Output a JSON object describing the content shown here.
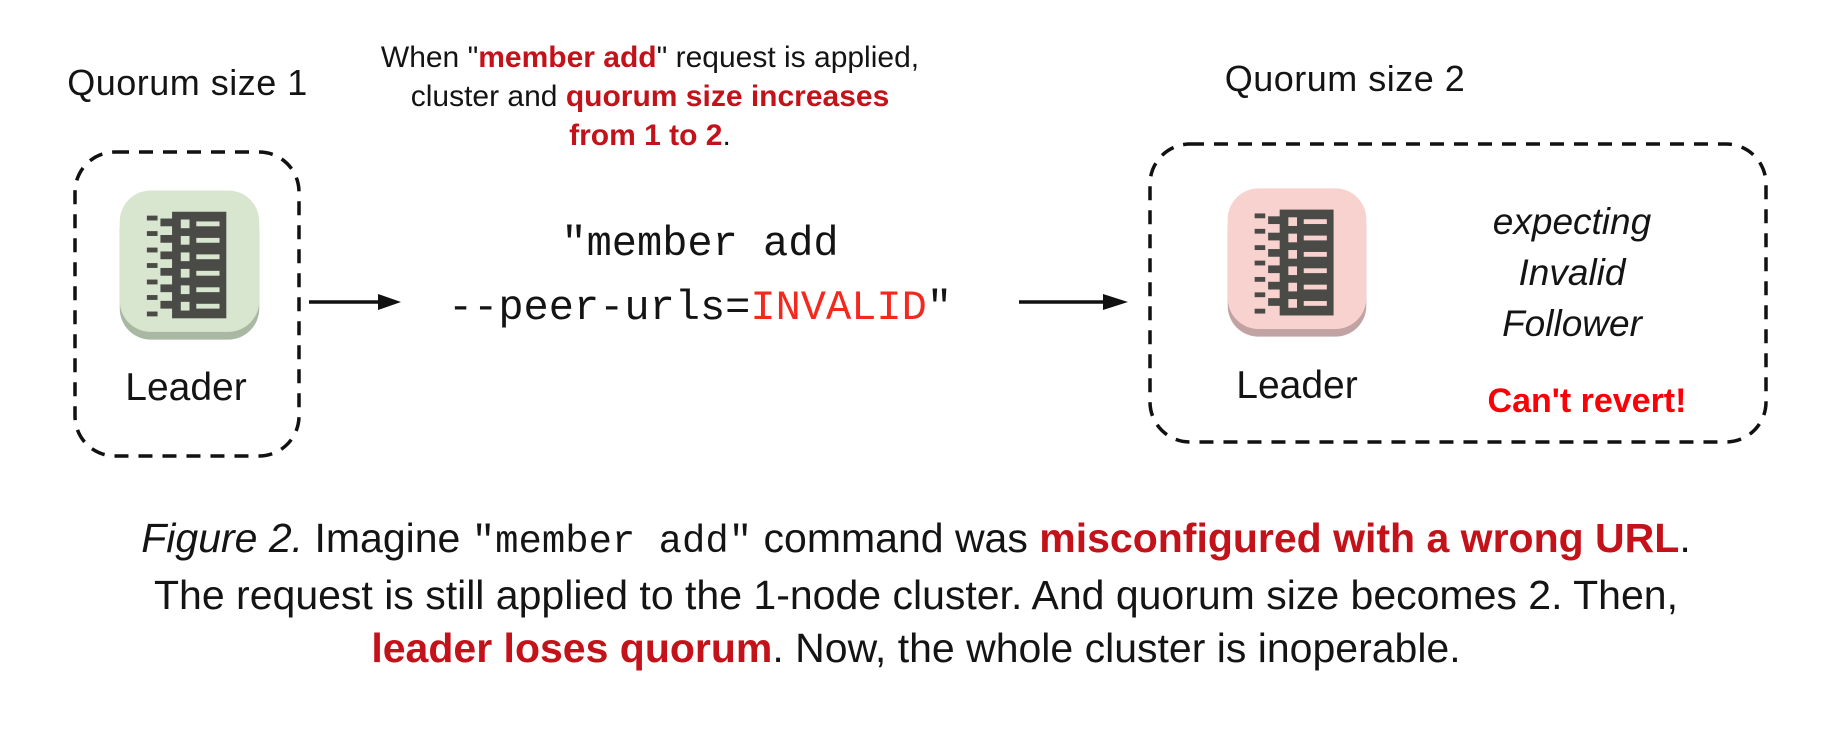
{
  "colors": {
    "text": "#141414",
    "border": "#111111",
    "red_bold": "#c31219",
    "bright_red": "#fb0007",
    "code_red": "#f5281e",
    "icon_dark": "#4a4a47",
    "green_bg": "#d8e6d0",
    "green_shadow": "#a8b8a2",
    "pink_bg": "#f8d2ce",
    "pink_shadow": "#c2a3a3"
  },
  "left_cluster": {
    "title": "Quorum size 1",
    "node_label": "Leader",
    "icon": "etcd-server-icon-green"
  },
  "right_cluster": {
    "title": "Quorum size 2",
    "node_label": "Leader",
    "expectation_lines": [
      "expecting",
      "Invalid",
      "Follower"
    ],
    "warning": "Can't revert!"
  },
  "top_note": {
    "line1": {
      "pre": "When \"",
      "em": "member add",
      "post": "\" request is applied,"
    },
    "line2": {
      "pre": "cluster and ",
      "em": "quorum size increases"
    },
    "line3": {
      "em": "from 1 to 2",
      "post": "."
    }
  },
  "command": {
    "line1": "\"member add",
    "line2_pre": "--peer-urls=",
    "line2_em": "INVALID",
    "line2_post": "\""
  },
  "caption": {
    "line1": {
      "figure_label": "Figure 2.",
      "t1": " Imagine ",
      "code": "\"member add\"",
      "t2": " command was ",
      "em": "misconfigured with a wrong URL",
      "t3": "."
    },
    "line2": "The request is still applied to the 1-node cluster. And quorum size becomes 2. Then,",
    "line3": {
      "em": "leader loses quorum",
      "t1": ". Now, the whole cluster is inoperable."
    }
  }
}
